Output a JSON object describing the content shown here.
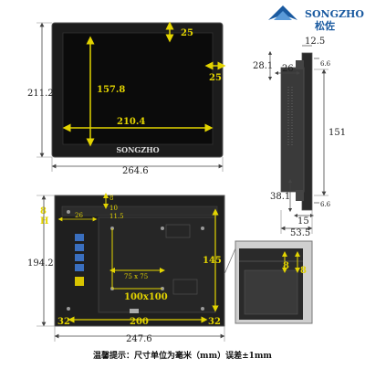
{
  "logo": {
    "brand": "SONGZHO",
    "brand_cn": "松佐",
    "bezel_brand": "SONGZHO"
  },
  "front": {
    "bezel_top": "25",
    "bezel_right": "25",
    "screen_height": "157.8",
    "screen_width": "210.4",
    "outer_height": "211.2",
    "outer_width": "264.6"
  },
  "side": {
    "top_depth": "12.5",
    "bracket_depth": "26",
    "height_left": "28.1",
    "right_offset_top": "6.6",
    "vertical_span": "151",
    "lower_left": "38.1",
    "right_offset_bottom": "6.6",
    "bottom_small": "15",
    "overall_depth": "53.5"
  },
  "back": {
    "left_edge_8": "8",
    "h_mark": "H",
    "top_8": "8",
    "top_10": "10",
    "top_11_5": "11.5",
    "bracket_26": "26",
    "vesa_small": "75 x 75",
    "vesa_large": "100x100",
    "mount_height": "145",
    "overall_height": "194.2",
    "left_32": "32",
    "right_32": "32",
    "hole_span": "200",
    "overall_width": "247.6"
  },
  "detail": {
    "top": "8",
    "side": "8"
  },
  "footer_note": "温馨提示：尺寸单位为毫米（mm）误差±1mm"
}
